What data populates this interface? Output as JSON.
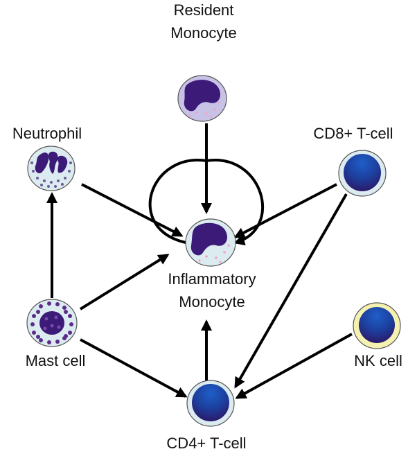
{
  "labels": {
    "resident_line1": "Resident",
    "resident_line2": "Monocyte",
    "neutrophil": "Neutrophil",
    "cd8": "CD8+ T-cell",
    "inflammatory_line1": "Inflammatory",
    "inflammatory_line2": "Monocyte",
    "mast": "Mast cell",
    "nk": "NK cell",
    "cd4": "CD4+ T-cell"
  },
  "colors": {
    "arrow": "#000000",
    "nucleus_dark": "#3b1a78",
    "monocyte_cytoplasm": "#c8c2e6",
    "pale_cytoplasm": "#dcebf0",
    "tcell_nucleus": "#1f4fb5",
    "nk_cytoplasm": "#f5f1b0",
    "granule_pink": "#f3a0c8",
    "granule_purple": "#6b5a9a"
  },
  "icons": {
    "resident": "monocyte-icon",
    "inflammatory": "monocyte-icon",
    "neutrophil": "neutrophil-icon",
    "cd8": "t-cell-icon",
    "cd4": "t-cell-icon",
    "nk": "nk-cell-icon",
    "mast": "mast-cell-icon"
  }
}
